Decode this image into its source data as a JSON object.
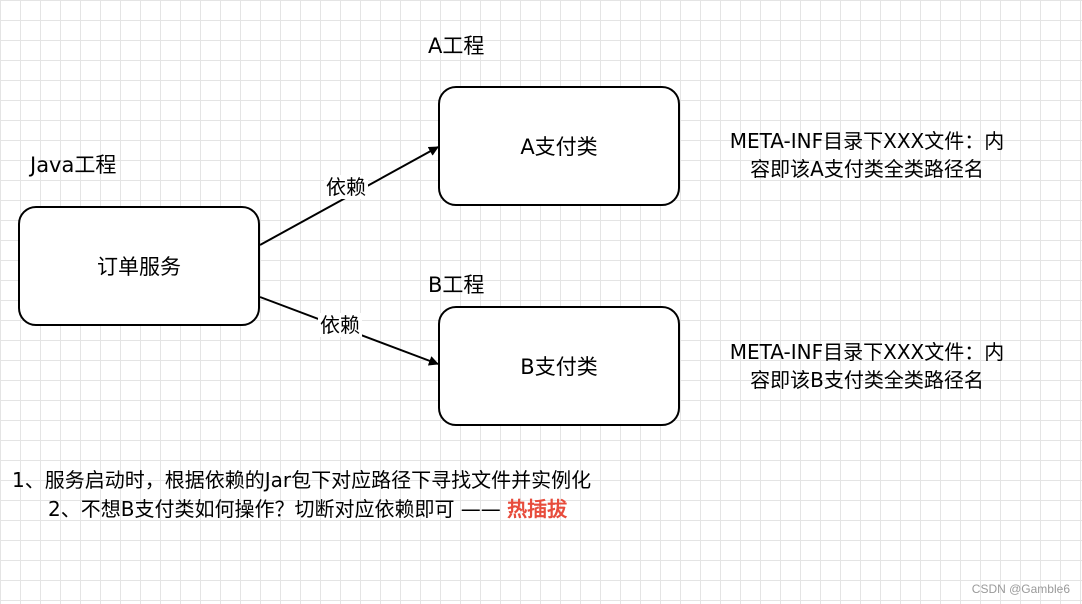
{
  "labels": {
    "java_project": "Java工程",
    "a_project": "A工程",
    "b_project": "B工程"
  },
  "nodes": {
    "order_service": "订单服务",
    "a_payment": "A支付类",
    "b_payment": "B支付类"
  },
  "edges": {
    "depend_a": "依赖",
    "depend_b": "依赖"
  },
  "notes": {
    "a_line1": "META-INF目录下XXX文件：内",
    "a_line2": "容即该A支付类全类路径名",
    "b_line1": "META-INF目录下XXX文件：内",
    "b_line2": "容即该B支付类全类路径名"
  },
  "bottom": {
    "line1": "1、服务启动时，根据依赖的Jar包下对应路径下寻找文件并实例化",
    "line2_prefix": "2、不想B支付类如何操作？切断对应依赖即可 —— ",
    "line2_highlight": "热插拔"
  },
  "watermark": "CSDN @Gamble6",
  "colors": {
    "highlight": "#e74c3c",
    "grid": "#e4e4e4"
  }
}
